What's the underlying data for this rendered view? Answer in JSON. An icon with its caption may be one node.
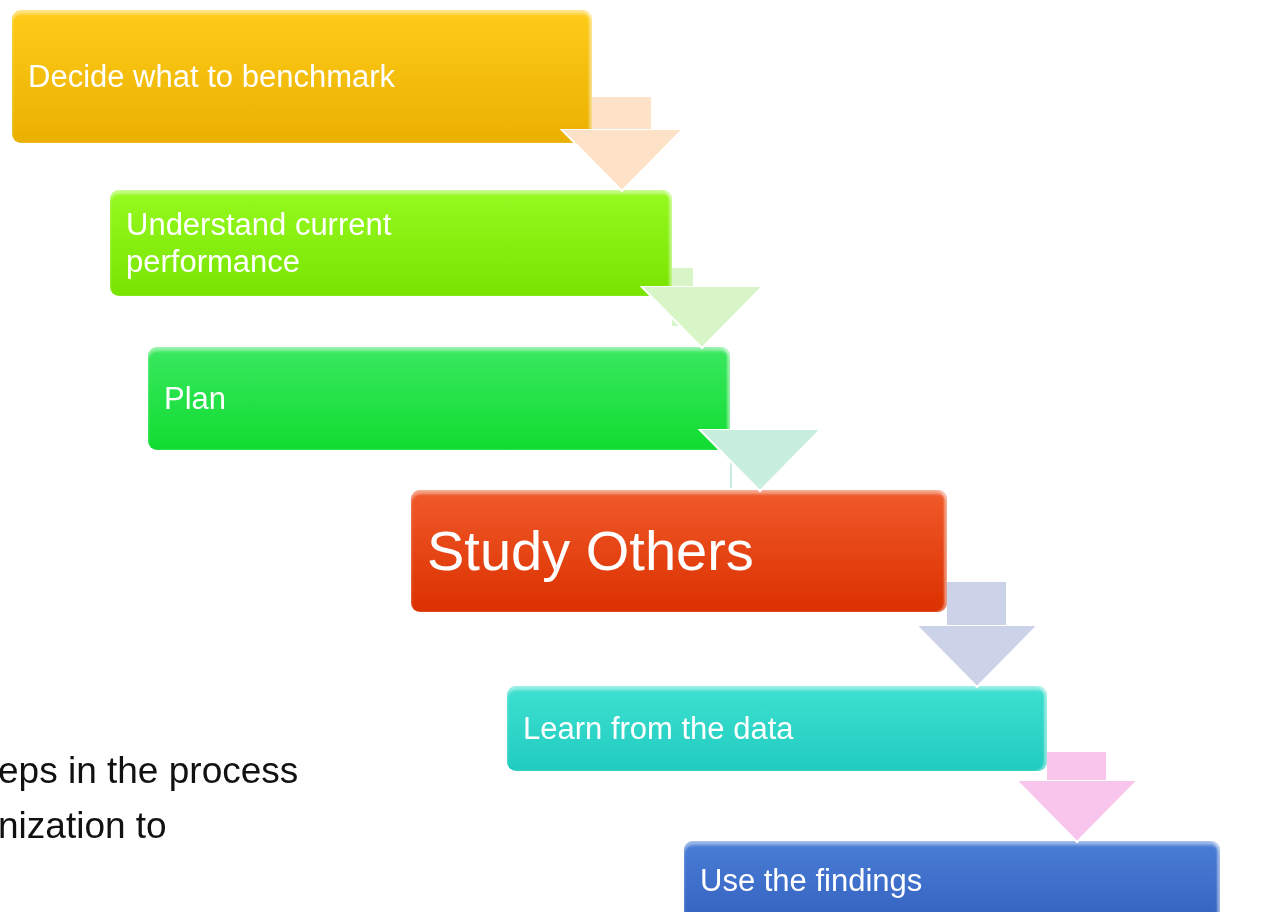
{
  "diagram": {
    "nodes": [
      {
        "text": [
          "Decide what to benchmark"
        ]
      },
      {
        "text": [
          "Understand current performance"
        ]
      },
      {
        "text": [
          "Plan"
        ]
      },
      {
        "text": [
          "Study Others"
        ]
      },
      {
        "text": [
          "Learn from the data"
        ]
      },
      {
        "text": [
          "Use the findings"
        ]
      }
    ],
    "edges": [
      {
        "from": 0,
        "to": 1,
        "arrow": "to",
        "color": "#fde2c8"
      },
      {
        "from": 1,
        "to": 2,
        "arrow": "to",
        "color": "#d8f5c8"
      },
      {
        "from": 2,
        "to": 3,
        "arrow": "to",
        "color": "#c8eedd"
      },
      {
        "from": 3,
        "to": 4,
        "arrow": "to",
        "color": "#ccd2e8"
      },
      {
        "from": 4,
        "to": 5,
        "arrow": "to",
        "color": "#f8c6ec"
      }
    ],
    "labels": [
      "eps in the process nization to"
    ]
  }
}
